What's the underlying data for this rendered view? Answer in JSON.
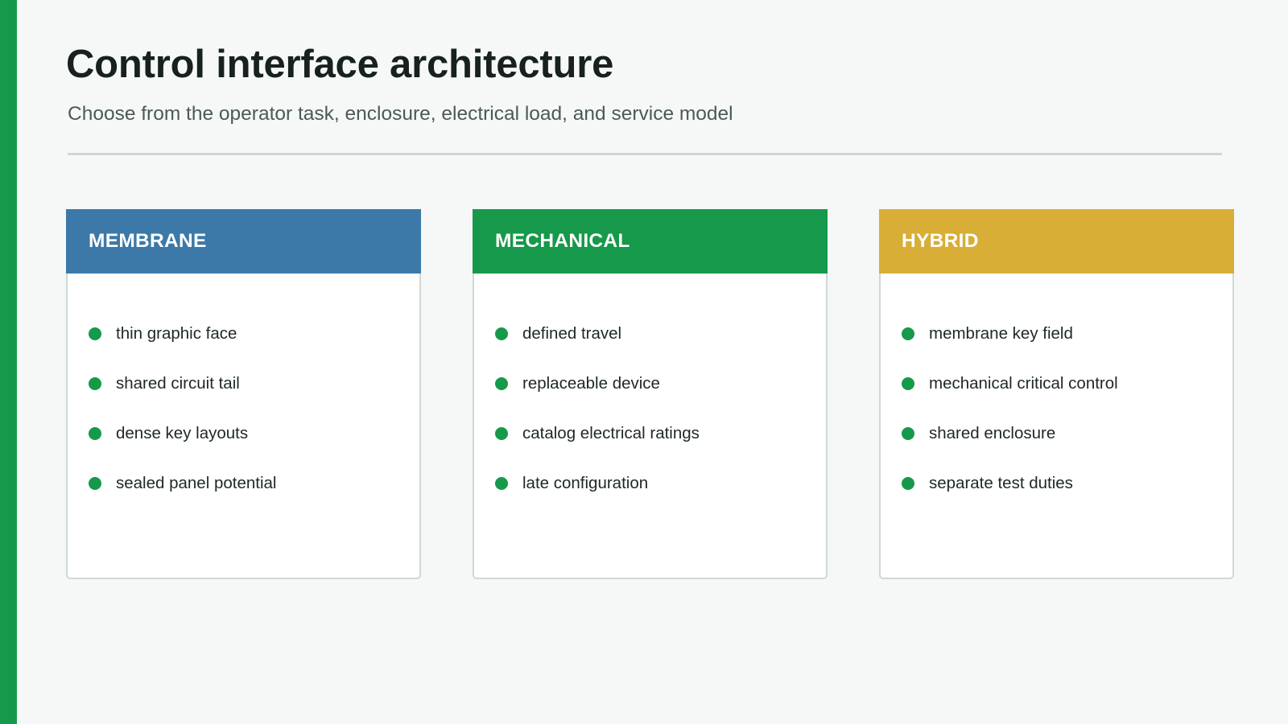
{
  "page": {
    "title": "Control interface architecture",
    "subtitle": "Choose from the operator task, enclosure, electrical load, and service model"
  },
  "colors": {
    "accent_bar": "#16994a",
    "bullet": "#16994a"
  },
  "cards": [
    {
      "title": "MEMBRANE",
      "color": "#3c79a8",
      "items": [
        "thin graphic face",
        "shared circuit tail",
        "dense key layouts",
        "sealed panel potential"
      ]
    },
    {
      "title": "MECHANICAL",
      "color": "#16994a",
      "items": [
        "defined travel",
        "replaceable device",
        "catalog electrical ratings",
        "late configuration"
      ]
    },
    {
      "title": "HYBRID",
      "color": "#d8ae36",
      "items": [
        "membrane key field",
        "mechanical critical control",
        "shared enclosure",
        "separate test duties"
      ]
    }
  ]
}
